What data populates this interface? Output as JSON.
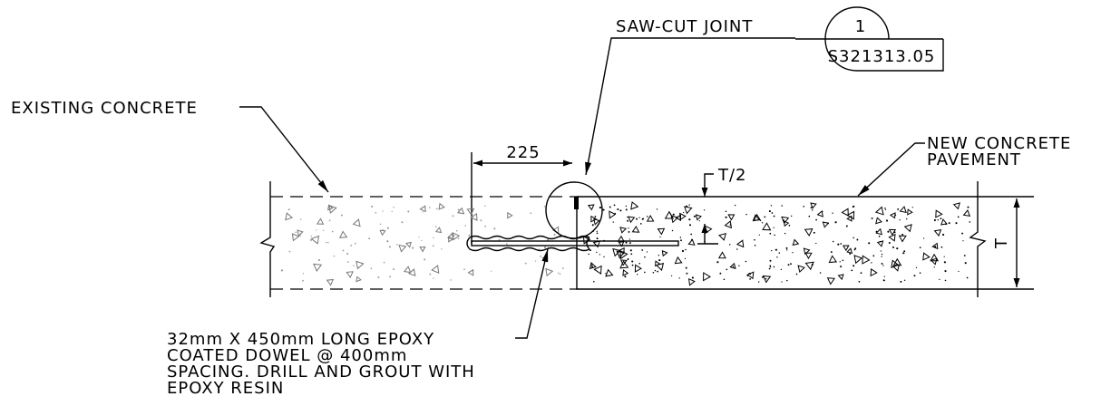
{
  "labels": {
    "saw_cut_joint": "SAW-CUT JOINT",
    "detail_number": "1",
    "detail_sheet": "S321313.05",
    "existing_concrete": "EXISTING CONCRETE",
    "new_concrete_line1": "NEW CONCRETE",
    "new_concrete_line2": "PAVEMENT",
    "dim_225": "225",
    "dim_half_thickness": "T/2",
    "dim_thickness": "T",
    "dowel_line1": "32mm X 450mm LONG EPOXY",
    "dowel_line2": "COATED DOWEL @ 400mm",
    "dowel_line3": "SPACING. DRILL AND GROUT WITH",
    "dowel_line4": "EPOXY RESIN"
  }
}
